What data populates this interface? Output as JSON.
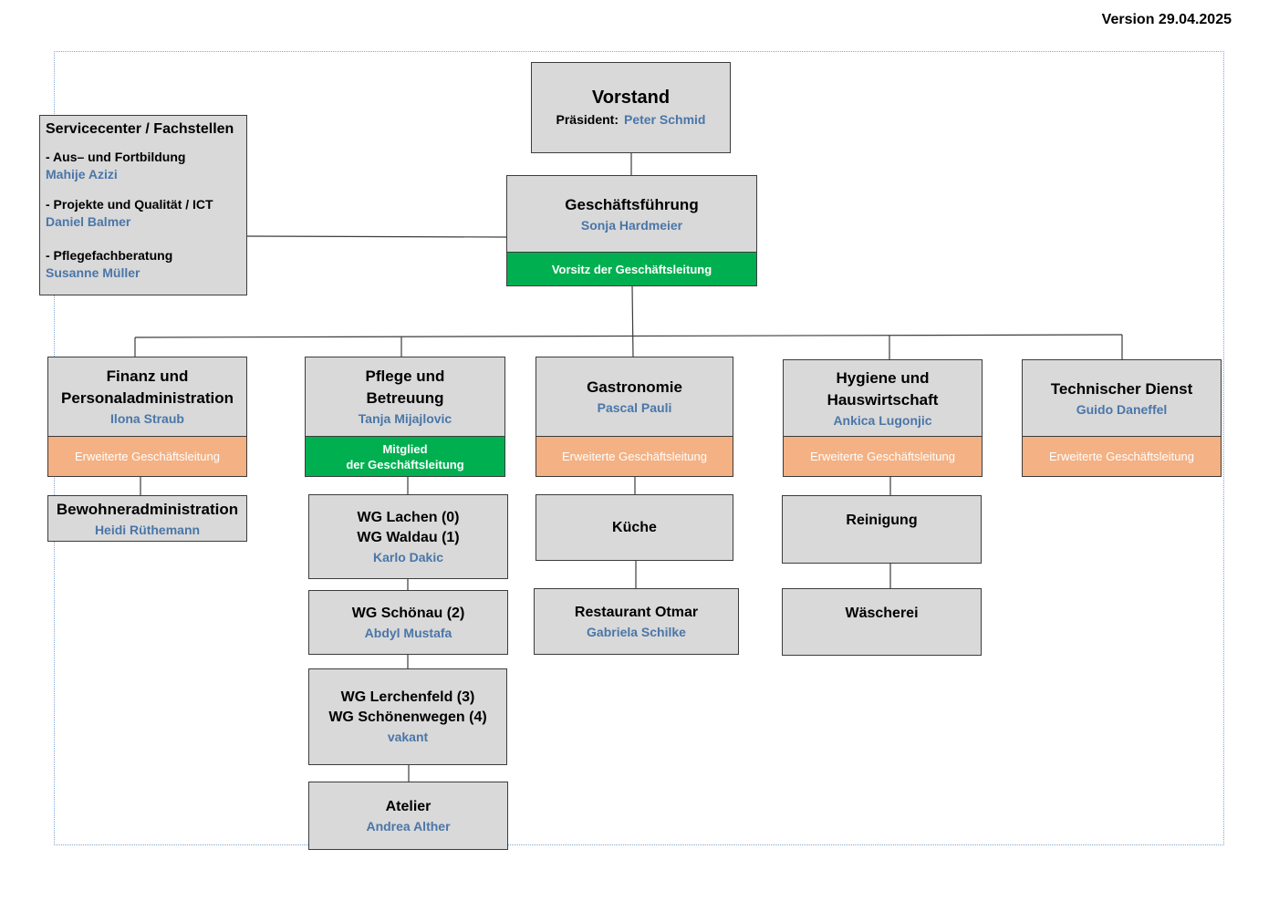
{
  "version": "Version 29.04.2025",
  "vorstand": {
    "title": "Vorstand",
    "president_label": "Präsident:",
    "president_name": "Peter Schmid"
  },
  "gf": {
    "title": "Geschäftsführung",
    "name": "Sonja Hardmeier",
    "band": "Vorsitz der Geschäftsleitung"
  },
  "service": {
    "title": "Servicecenter / Fachstellen",
    "items": [
      {
        "label": "- Aus– und Fortbildung",
        "name": "Mahije Azizi"
      },
      {
        "label": "- Projekte und Qualität / ICT",
        "name": "Daniel Balmer"
      },
      {
        "label": "- Pflegefachberatung",
        "name": "Susanne Müller"
      }
    ]
  },
  "departments": [
    {
      "title_1": "Finanz und",
      "title_2": "Personaladministration",
      "name": "Ilona Straub",
      "band": "Erweiterte Geschäftsleitung"
    },
    {
      "title_1": "Pflege und",
      "title_2": "Betreuung",
      "name": "Tanja Mijajlovic",
      "band_1": "Mitglied",
      "band_2": "der Geschäftsleitung"
    },
    {
      "title_1": "Gastronomie",
      "name": "Pascal Pauli",
      "band": "Erweiterte Geschäftsleitung"
    },
    {
      "title_1": "Hygiene und",
      "title_2": "Hauswirtschaft",
      "name": "Ankica Lugonjic",
      "band": "Erweiterte Geschäftsleitung"
    },
    {
      "title_1": "Technischer Dienst",
      "name": "Guido Daneffel",
      "band": "Erweiterte Geschäftsleitung"
    }
  ],
  "units": {
    "bewohner": {
      "title": "Bewohneradministration",
      "name": "Heidi Rüthemann"
    },
    "wg1": {
      "line_1": "WG Lachen (0)",
      "line_2": "WG Waldau (1)",
      "name": "Karlo Dakic"
    },
    "wg2": {
      "line_1": "WG Schönau (2)",
      "name": "Abdyl Mustafa"
    },
    "wg3": {
      "line_1": "WG Lerchenfeld (3)",
      "line_2": "WG Schönenwegen (4)",
      "name": "vakant"
    },
    "atelier": {
      "line_1": "Atelier",
      "name": "Andrea Alther"
    },
    "kueche": {
      "title": "Küche"
    },
    "restaurant": {
      "title": "Restaurant Otmar",
      "name": "Gabriela Schilke"
    },
    "reinigung": {
      "title": "Reinigung"
    },
    "waescherei": {
      "title": "Wäscherei"
    }
  },
  "colors": {
    "box": "#d9d9d9",
    "name": "#4a76a8",
    "orange_band": "#f4b183",
    "green_band": "#00b050"
  }
}
